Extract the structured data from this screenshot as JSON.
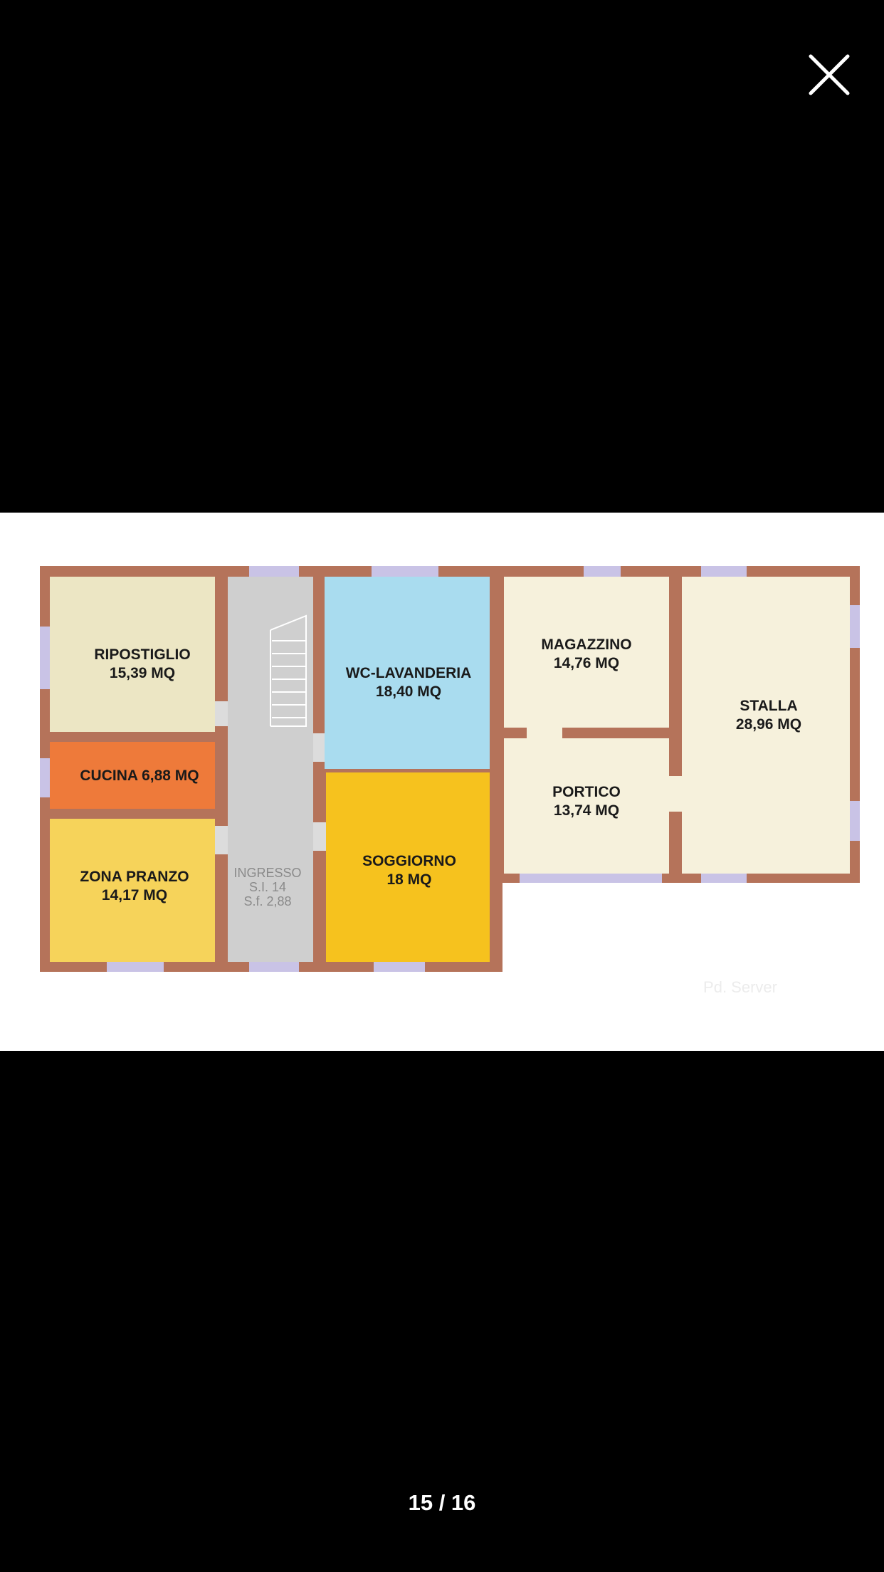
{
  "viewer": {
    "close_icon": "close-icon",
    "counter": "15 / 16"
  },
  "floorplan": {
    "rooms": {
      "ripostiglio": {
        "name": "RIPOSTIGLIO",
        "area": "15,39 MQ",
        "color": "#ece6c4"
      },
      "cucina": {
        "name": "CUCINA 6,88 MQ",
        "color": "#ee7a3a"
      },
      "zona_pranzo": {
        "name": "ZONA PRANZO",
        "area": "14,17 MQ",
        "color": "#f6d35a"
      },
      "ingresso": {
        "name": "INGRESSO",
        "line1": "S.I. 14",
        "line2": "S.f. 2,88",
        "color": "#cfcfcf"
      },
      "wc_lavanderia": {
        "name": "WC-LAVANDERIA",
        "area": "18,40 MQ",
        "color": "#a9dcef"
      },
      "soggiorno": {
        "name": "SOGGIORNO",
        "area": "18 MQ",
        "color": "#f6c21e"
      },
      "magazzino": {
        "name": "MAGAZZINO",
        "area": "14,76 MQ",
        "color": "#f6f1dc"
      },
      "portico": {
        "name": "PORTICO",
        "area": "13,74 MQ",
        "color": "#f6f1dc"
      },
      "stalla": {
        "name": "STALLA",
        "area": "28,96 MQ",
        "color": "#f6f1dc"
      }
    },
    "wall_color": "#b5735a",
    "window_color": "#c9c3e6",
    "watermark": "Pd. Server"
  }
}
